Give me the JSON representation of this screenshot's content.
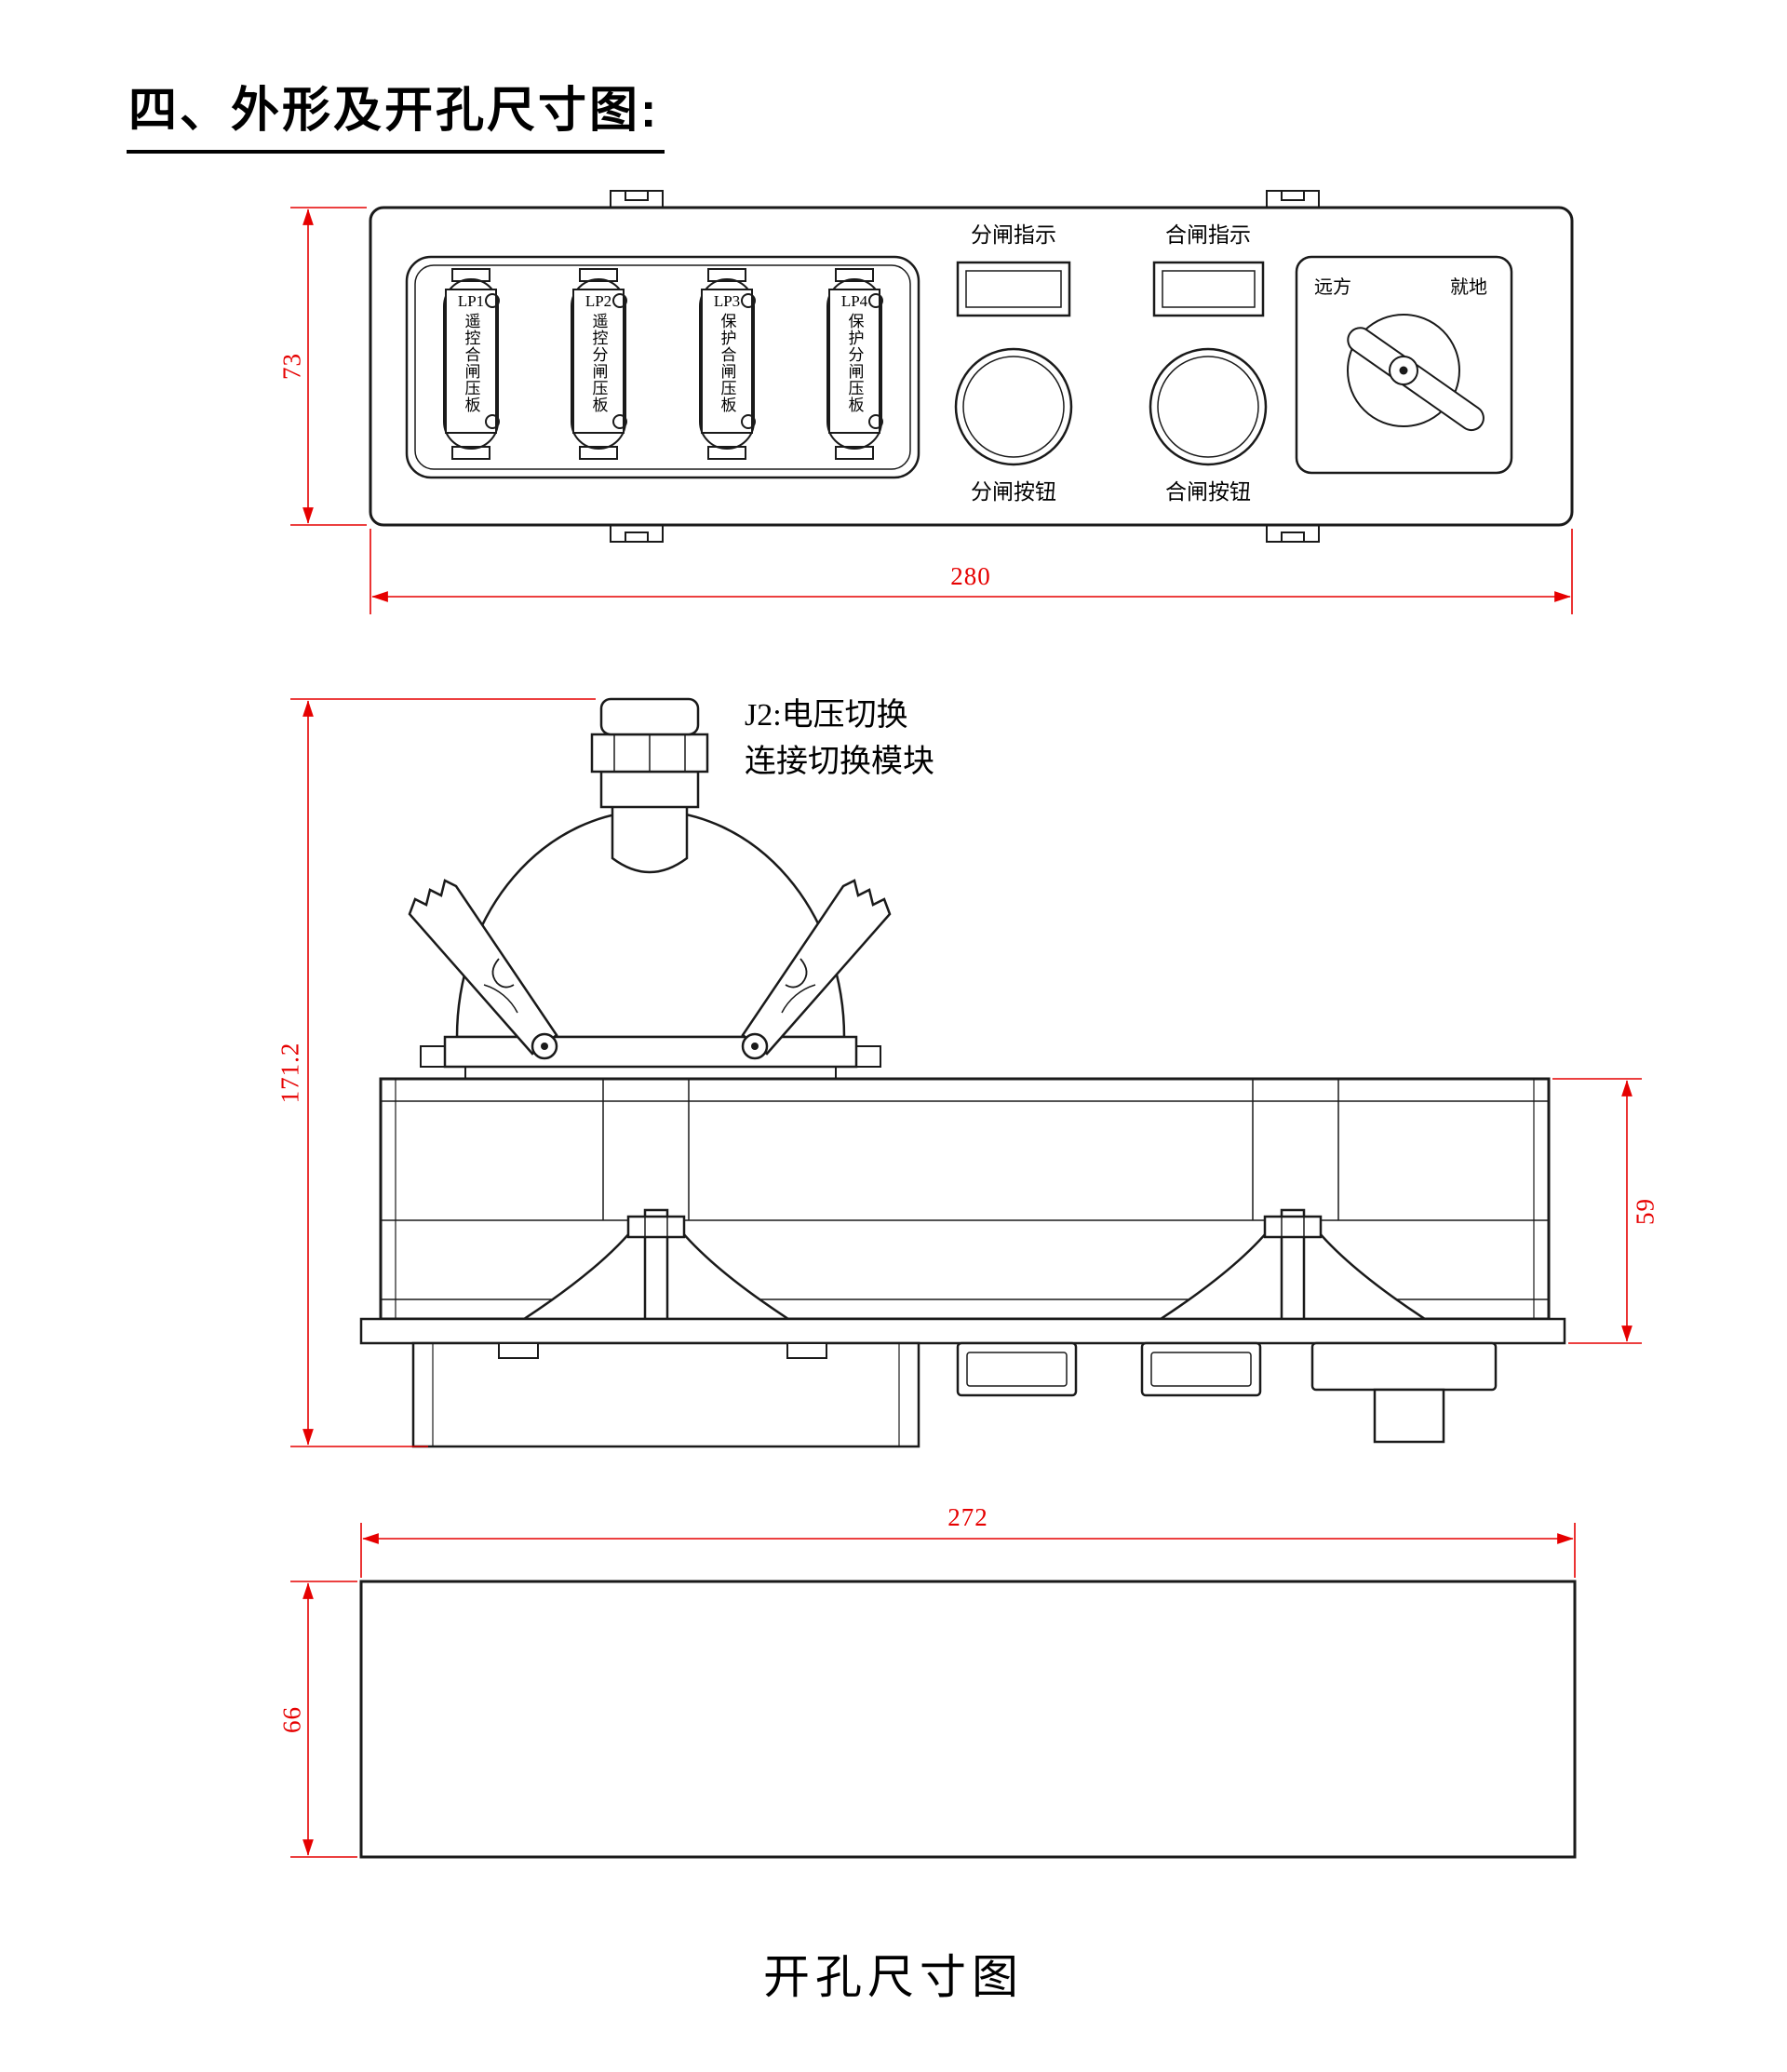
{
  "title": "四、外形及开孔尺寸图:",
  "front_view": {
    "switches": [
      {
        "id": "LP1",
        "label": "遥控合闸压板"
      },
      {
        "id": "LP2",
        "label": "遥控分闸压板"
      },
      {
        "id": "LP3",
        "label": "保护合闸压板"
      },
      {
        "id": "LP4",
        "label": "保护分闸压板"
      }
    ],
    "open_indicator_label": "分闸指示",
    "close_indicator_label": "合闸指示",
    "open_button_label": "分闸按钮",
    "close_button_label": "合闸按钮",
    "selector": {
      "remote_label": "远方",
      "local_label": "就地"
    },
    "dim_height": "73",
    "dim_width": "280"
  },
  "side_view": {
    "annotation": {
      "line1": "J2:电压切换",
      "line2": "连接切换模块"
    },
    "dim_total_height": "171.2",
    "dim_body_height": "59"
  },
  "cutout_view": {
    "dim_width": "272",
    "dim_height": "66",
    "caption": "开孔尺寸图"
  },
  "colors": {
    "line": "#1a1a1a",
    "dimension": "#e60000"
  }
}
